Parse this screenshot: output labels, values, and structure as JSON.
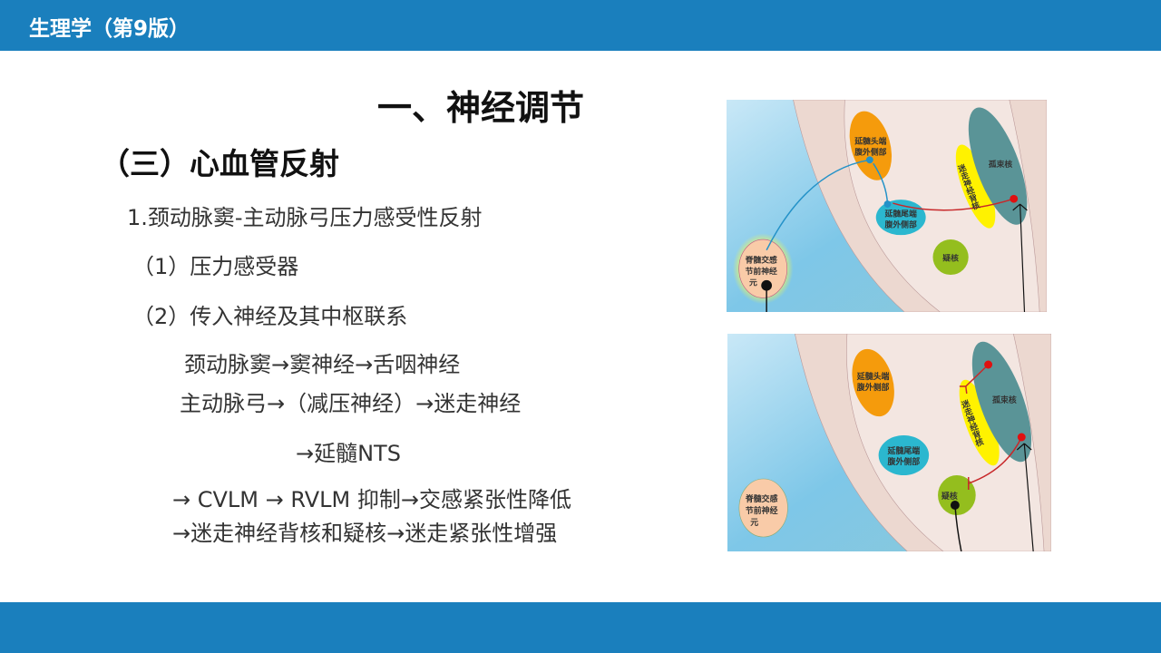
{
  "header": {
    "title": "生理学（第9版）"
  },
  "slide": {
    "title": "一、神经调节",
    "section": "（三）心血管反射",
    "lines": [
      "1.颈动脉窦-主动脉弓压力感受性反射",
      "（1）压力感受器",
      "（2）传入神经及其中枢联系",
      "颈动脉窦→窦神经→舌咽神经",
      "主动脉弓→（减压神经）→迷走神经",
      "→延髓NTS",
      "→ CVLM → RVLM 抑制→交感紧张性降低",
      "→迷走神经背核和疑核→迷走紧张性增强"
    ]
  },
  "diagram": {
    "rvlm": [
      "延髓头端",
      "腹外侧部"
    ],
    "cvlm": [
      "延髓尾端",
      "腹外侧部"
    ],
    "dmv": "迷走神经背核",
    "nts": "孤束核",
    "na": "疑核",
    "spinal": [
      "脊髓交感",
      "节前神经",
      "元"
    ]
  }
}
